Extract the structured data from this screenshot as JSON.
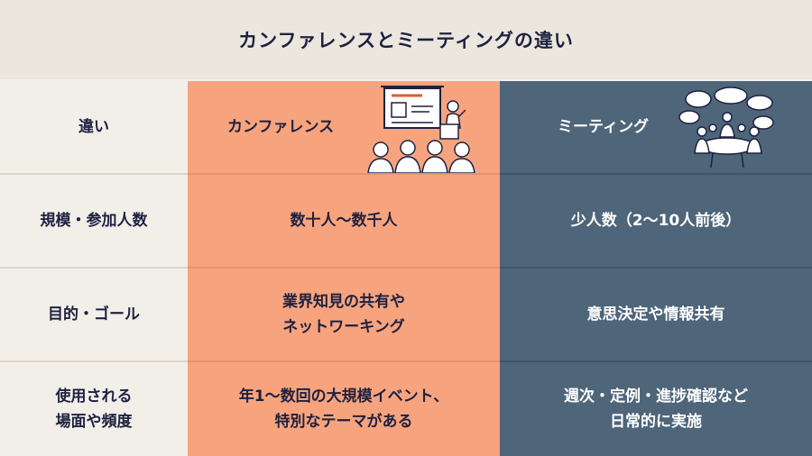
{
  "title": "カンファレンスとミーティングの違い",
  "header": {
    "label": "違い",
    "conference": "カンファレンス",
    "meeting": "ミーティング"
  },
  "rows": [
    {
      "label": [
        "規模・参加人数"
      ],
      "conference": [
        "数十人〜数千人"
      ],
      "meeting": [
        "少人数（2〜10人前後）"
      ]
    },
    {
      "label": [
        "目的・ゴール"
      ],
      "conference": [
        "業界知見の共有や",
        "ネットワーキング"
      ],
      "meeting": [
        "意思決定や情報共有"
      ]
    },
    {
      "label": [
        "使用される",
        "場面や頻度"
      ],
      "conference": [
        "年1〜数回の大規模イベント、",
        "特別なテーマがある"
      ],
      "meeting": [
        "週次・定例・進捗確認など",
        "日常的に実施"
      ]
    }
  ],
  "icons": {
    "conference": "presentation-audience-icon",
    "meeting": "round-table-discussion-icon"
  },
  "colors": {
    "title_bg": "#ebe7de",
    "label_bg": "#f2efe9",
    "conference_bg": "#f7a47e",
    "meeting_bg": "#4e657a",
    "text_dark": "#1e2140"
  }
}
